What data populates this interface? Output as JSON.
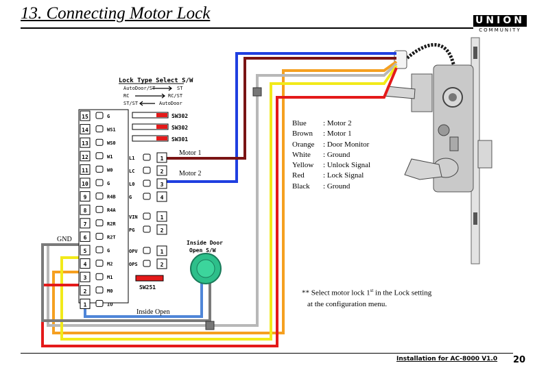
{
  "page": {
    "title": "13. Connecting Motor Lock",
    "brand": "UNION",
    "brand_sub": "COMMUNITY",
    "footer": "Installation for AC-8000 V1.0",
    "page_number": "20"
  },
  "switch_section": {
    "title": "Lock Type Select S/W",
    "options": [
      "AutoDoor/ST",
      "ST",
      "RC",
      "RC/ST",
      "ST/ST",
      "AutoDoor"
    ],
    "switch_labels": [
      "SW302",
      "SW302",
      "SW301"
    ],
    "tamper_switch": "SW251"
  },
  "left_terminals": [
    {
      "num": "15",
      "label": "G"
    },
    {
      "num": "14",
      "label": "WS1"
    },
    {
      "num": "13",
      "label": "WS0"
    },
    {
      "num": "12",
      "label": "W1"
    },
    {
      "num": "11",
      "label": "W0"
    },
    {
      "num": "10",
      "label": "G"
    },
    {
      "num": "9",
      "label": "R4B"
    },
    {
      "num": "8",
      "label": "R4A"
    },
    {
      "num": "7",
      "label": "R2R"
    },
    {
      "num": "6",
      "label": "R2T"
    },
    {
      "num": "5",
      "label": "G"
    },
    {
      "num": "4",
      "label": "M2"
    },
    {
      "num": "3",
      "label": "M1"
    },
    {
      "num": "2",
      "label": "M0"
    },
    {
      "num": "1",
      "label": "IO"
    }
  ],
  "right_terminals": [
    {
      "label": "L1",
      "num": "1"
    },
    {
      "label": "LC",
      "num": "2"
    },
    {
      "label": "L0",
      "num": "3"
    },
    {
      "label": "G",
      "num": "4"
    },
    {
      "label": "VIN",
      "num": "1"
    },
    {
      "label": "PG",
      "num": "2"
    },
    {
      "label": "OPV",
      "num": "1"
    },
    {
      "label": "OPS",
      "num": "2"
    }
  ],
  "wire_labels": {
    "motor1": "Motor 1",
    "motor2": "Motor 2",
    "gnd": "GND",
    "inside_open": "Inside Open",
    "inside_door": [
      "Inside Door",
      "Open S/W"
    ]
  },
  "wire_colors": {
    "blue": "#1f3fe0",
    "brown": "#7a1414",
    "orange": "#f5a020",
    "white": "#b8b8b8",
    "yellow": "#f2ea1a",
    "red": "#e41a1a",
    "black_gray": "#7a7a7a",
    "light_blue": "#4f86d8",
    "button_green": "#2dbf8a"
  },
  "legend": [
    {
      "color": "Blue",
      "sep": ":",
      "desc": "Motor 2"
    },
    {
      "color": "Brown",
      "sep": ":",
      "desc": "Motor 1"
    },
    {
      "color": "Orange",
      "sep": ":",
      "desc": "Door Monitor"
    },
    {
      "color": "White",
      "sep": ":",
      "desc": "Ground"
    },
    {
      "color": "Yellow",
      "sep": ":",
      "desc": "Unlock Signal"
    },
    {
      "color": "Red",
      "sep": ":",
      "desc": "Lock Signal"
    },
    {
      "color": "Black",
      "sep": ":",
      "desc": "Ground"
    }
  ],
  "note": {
    "line1_prefix": "** Select motor lock 1",
    "line1_sup": "st",
    "line1_suffix": " in the Lock setting",
    "line2": "at the configuration menu."
  }
}
